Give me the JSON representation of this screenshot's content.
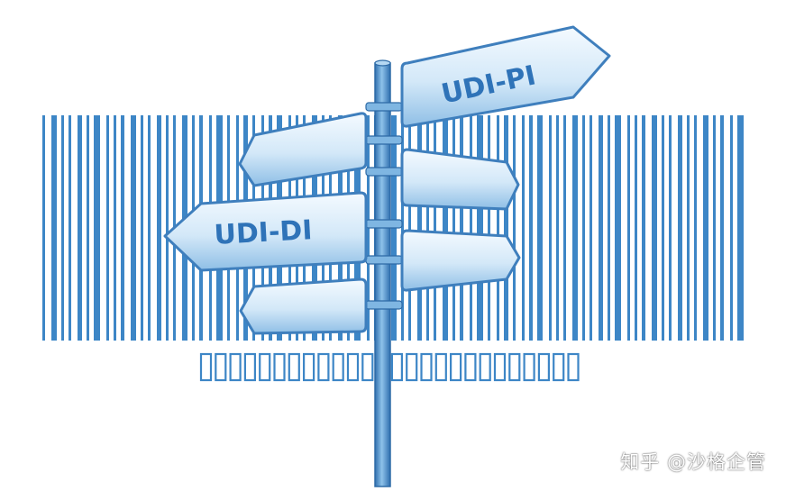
{
  "signs": {
    "left_middle_label": "UDI-DI",
    "right_top_label": "UDI-PI"
  },
  "watermark": "知乎 @沙格企管",
  "colors": {
    "barcode": "#3d86c6",
    "sign_fill_light": "#eaf4fc",
    "sign_fill_dark": "#9cc7ea",
    "sign_stroke": "#3f7fbd",
    "pole": "#5a9bd4",
    "label_text": "#2f73b8"
  }
}
